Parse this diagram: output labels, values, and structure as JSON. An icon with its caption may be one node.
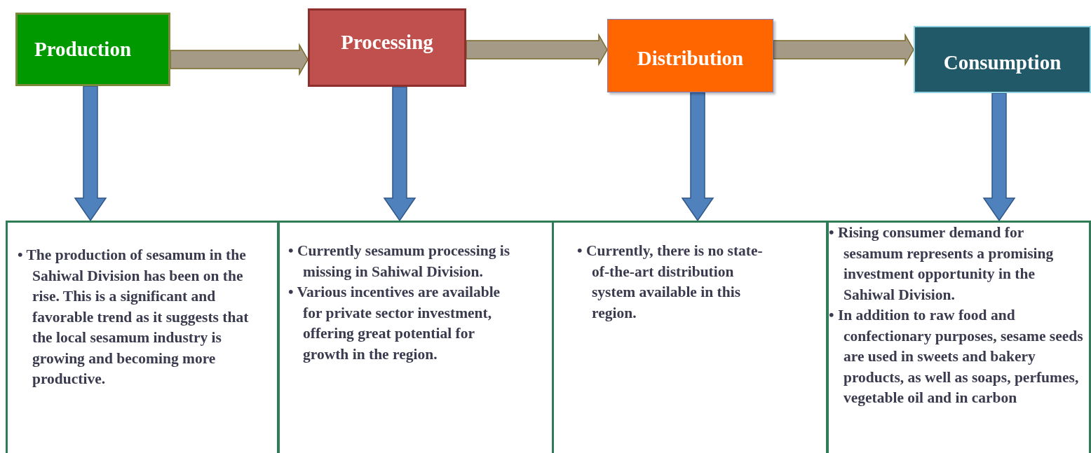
{
  "diagram": {
    "nodes": [
      {
        "text": [
          "Production"
        ]
      },
      {
        "text": [
          "Processing"
        ]
      },
      {
        "text": [
          "Distribution"
        ]
      },
      {
        "text": [
          "Consumption"
        ]
      },
      {
        "text": [
          "• The production of sesamum in the Sahiwal Division has been on the rise. This is a significant and favorable trend as it suggests that the local sesamum industry is growing and becoming more productive."
        ]
      },
      {
        "text": [
          "• Currently sesamum processing is missing in Sahiwal Division.",
          "• Various incentives are available for private sector investment, offering great potential for growth in the region."
        ]
      },
      {
        "text": [
          "• Currently, there is no state-of-the-art distribution system available in this region."
        ]
      },
      {
        "text": [
          "• Rising consumer demand for sesamum represents a promising investment opportunity in the Sahiwal Division.",
          "• In addition to raw food and confectionary purposes, sesame seeds are used in sweets and bakery products, as well as soaps, perfumes, vegetable oil and in carbon"
        ]
      }
    ],
    "edges": [
      {
        "from": 0,
        "to": 1,
        "arrow": "to",
        "color": "#a59a86"
      },
      {
        "from": 1,
        "to": 2,
        "arrow": "to",
        "color": "#a59a86"
      },
      {
        "from": 2,
        "to": 3,
        "arrow": "to",
        "color": "#a59a86"
      },
      {
        "from": 0,
        "to": 4,
        "arrow": "to"
      },
      {
        "from": 1,
        "to": 5,
        "arrow": "to"
      },
      {
        "from": 2,
        "to": 6,
        "arrow": "to"
      },
      {
        "from": 3,
        "to": 7,
        "arrow": "to"
      }
    ]
  }
}
